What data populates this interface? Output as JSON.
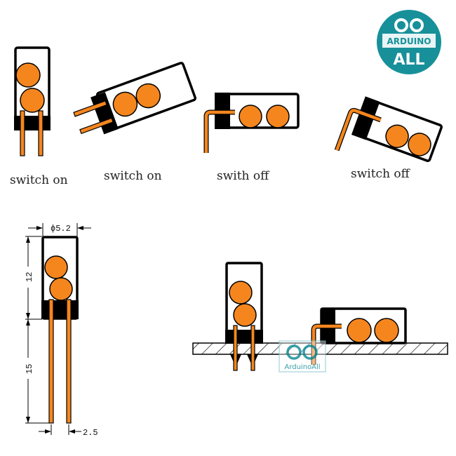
{
  "labels": {
    "switch1": "switch on",
    "switch2": "switch on",
    "switch3": "swith off",
    "switch4": "switch off"
  },
  "dimensions": {
    "diameter": "ϕ5.2",
    "body_height": "12",
    "lead_length": "15",
    "pitch": "2.5"
  },
  "logo": {
    "top": "ARDUINO",
    "bottom": "ALL",
    "watermark": "ArduinoAll"
  },
  "colors": {
    "ball": "#f5861e",
    "logo": "#17909a"
  }
}
